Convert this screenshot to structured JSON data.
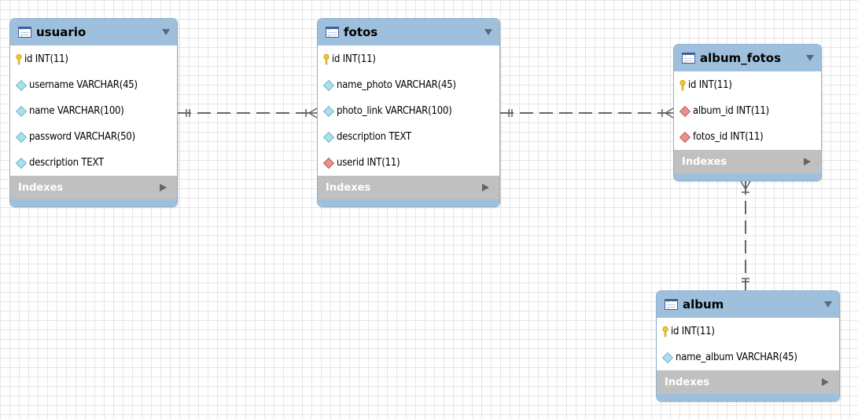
{
  "entities": [
    {
      "id": "usuario",
      "title": "usuario",
      "columns": [
        {
          "text": "id INT(11)",
          "icon": "primary-key-icon"
        },
        {
          "text": "username VARCHAR(45)",
          "icon": "attribute-diamond-icon"
        },
        {
          "text": "name VARCHAR(100)",
          "icon": "attribute-diamond-icon"
        },
        {
          "text": "password VARCHAR(50)",
          "icon": "attribute-diamond-icon"
        },
        {
          "text": "description TEXT",
          "icon": "attribute-diamond-icon"
        }
      ],
      "indexes_label": "Indexes"
    },
    {
      "id": "fotos",
      "title": "fotos",
      "columns": [
        {
          "text": "id INT(11)",
          "icon": "primary-key-icon"
        },
        {
          "text": "name_photo VARCHAR(45)",
          "icon": "attribute-diamond-icon"
        },
        {
          "text": "photo_link VARCHAR(100)",
          "icon": "attribute-diamond-icon"
        },
        {
          "text": "description TEXT",
          "icon": "attribute-diamond-icon"
        },
        {
          "text": "userid INT(11)",
          "icon": "foreign-key-diamond-icon"
        }
      ],
      "indexes_label": "Indexes"
    },
    {
      "id": "album_fotos",
      "title": "album_fotos",
      "columns": [
        {
          "text": "id INT(11)",
          "icon": "primary-key-icon"
        },
        {
          "text": "album_id INT(11)",
          "icon": "foreign-key-diamond-icon"
        },
        {
          "text": "fotos_id INT(11)",
          "icon": "foreign-key-diamond-icon"
        }
      ],
      "indexes_label": "Indexes"
    },
    {
      "id": "album",
      "title": "album",
      "columns": [
        {
          "text": "id INT(11)",
          "icon": "primary-key-icon"
        },
        {
          "text": "name_album VARCHAR(45)",
          "icon": "attribute-diamond-icon"
        }
      ],
      "indexes_label": "Indexes"
    }
  ],
  "relationships": [
    {
      "from": "usuario",
      "to": "fotos",
      "from_end": "one-and-only-one",
      "to_end": "one-or-many"
    },
    {
      "from": "fotos",
      "to": "album_fotos",
      "from_end": "one-and-only-one",
      "to_end": "one-or-many"
    },
    {
      "from": "album",
      "to": "album_fotos",
      "from_end": "one-and-only-one",
      "to_end": "one-or-many"
    }
  ],
  "colors": {
    "header": "#9ec0dc",
    "border": "#8fb0cf",
    "indexes": "#c0c0c0",
    "primary_key": "#f3c82f",
    "attribute": "#a9e0ec",
    "foreign_key": "#e88f8f",
    "connector": "#666666"
  }
}
